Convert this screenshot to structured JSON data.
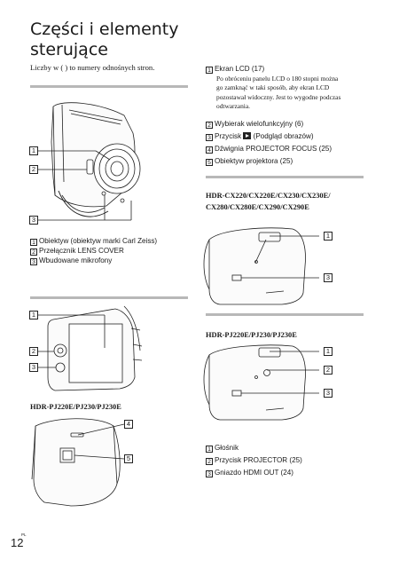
{
  "page": {
    "title_line1": "Części i elementy",
    "title_line2": "sterujące",
    "number": "12",
    "lang": "PL"
  },
  "intro": "Liczby w ( ) to numery odnośnych stron.",
  "front": {
    "callouts": [
      "1",
      "2",
      "3"
    ],
    "items": [
      {
        "n": "1",
        "text": "Obiektyw (obiektyw marki Carl Zeiss)"
      },
      {
        "n": "2",
        "text": "Przełącznik LENS COVER"
      },
      {
        "n": "3",
        "text": "Wbudowane mikrofony"
      }
    ]
  },
  "lcd_side": {
    "callouts": [
      "1",
      "2",
      "3"
    ],
    "model_label": "HDR-PJ220E/PJ230/PJ230E",
    "projector_callouts": [
      "4",
      "5"
    ]
  },
  "right": {
    "item1": {
      "n": "1",
      "text": "Ekran LCD (17)"
    },
    "note": [
      "Po obróceniu panelu LCD o 180 stopni można",
      "go zamknąć w taki sposób, aby ekran LCD",
      "pozostawał widoczny. Jest to wygodne podczas",
      "odtwarzania."
    ],
    "items": [
      {
        "n": "2",
        "text": "Wybierak wielofunkcyjny (6)"
      },
      {
        "n": "3",
        "text": "Przycisk",
        "after": "(Podgląd obrazów)",
        "icon": "play-icon"
      },
      {
        "n": "4",
        "text": "Dźwignia PROJECTOR FOCUS (25)"
      },
      {
        "n": "5",
        "text": "Obiektyw projektora (25)"
      }
    ]
  },
  "cx_block": {
    "model_line1": "HDR-CX220/CX220E/CX230/CX230E/",
    "model_line2": "CX280/CX280E/CX290/CX290E",
    "callouts": [
      "1",
      "3"
    ]
  },
  "pj_block": {
    "model_label": "HDR-PJ220E/PJ230/PJ230E",
    "callouts": [
      "1",
      "2",
      "3"
    ],
    "items": [
      {
        "n": "1",
        "text": "Głośnik"
      },
      {
        "n": "2",
        "text": "Przycisk PROJECTOR (25)"
      },
      {
        "n": "3",
        "text": "Gniazdo HDMI OUT (24)"
      }
    ]
  }
}
